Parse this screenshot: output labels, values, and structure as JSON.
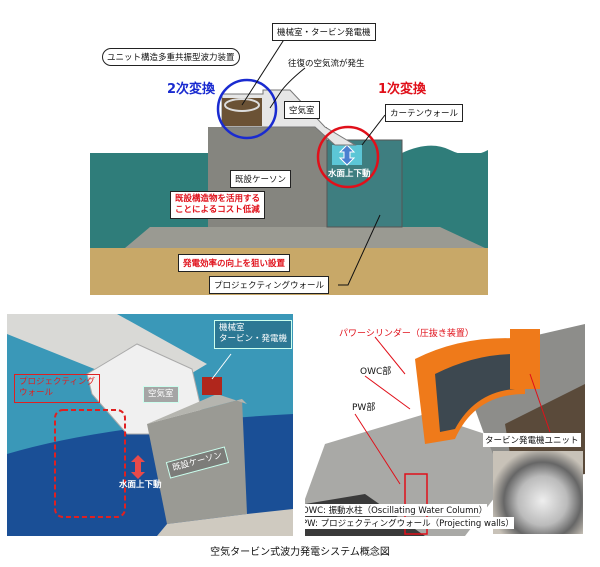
{
  "top_diagram": {
    "machine_room_label": "機械室・タービン発電機",
    "device_label": "ユニット構造多重共振型波力装置",
    "airflow_label": "往復の空気流が発生",
    "secondary_conversion": "2次変換",
    "primary_conversion": "1次変換",
    "air_chamber_label": "空気室",
    "curtain_wall_label": "カーテンウォール",
    "water_motion_label": "水面上下動",
    "caisson_label": "既設ケーソン",
    "cost_note_line1": "既設構造物を活用する",
    "cost_note_line2": "ことによるコスト低減",
    "efficiency_note": "発電効率の向上を狙い設置",
    "projecting_wall_label": "プロジェクティングウォール"
  },
  "bottom_left": {
    "machine_room_line1": "機械室",
    "machine_room_line2": "タービン・発電機",
    "projecting_wall_line1": "プロジェクティング",
    "projecting_wall_line2": "ウォール",
    "air_chamber_label": "空気室",
    "caisson_label": "既設ケーソン",
    "water_motion_label": "水面上下動"
  },
  "bottom_right": {
    "power_cylinder_label": "パワーシリンダー（圧抜き装置）",
    "owc_part_label": "OWC部",
    "pw_part_label": "PW部",
    "turbine_unit_label": "タービン発電機ユニット",
    "owc_legend": "OWC: 振動水柱（Oscillating Water Column）",
    "pw_legend": "PW: プロジェクティングウォール（Projecting walls）"
  },
  "caption": "空気タービン式波力発電システム概念図",
  "colors": {
    "water": "#2f7d7a",
    "sand": "#c8a868",
    "concrete": "#8a8a85",
    "blue_circle": "#1a2bd0",
    "red_circle": "#e0101a",
    "orange": "#ef7a1a"
  }
}
